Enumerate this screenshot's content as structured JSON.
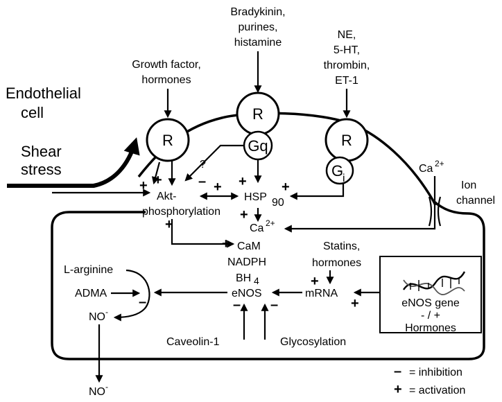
{
  "cell_label": [
    "Endothelial",
    "cell"
  ],
  "shear_stress": [
    "Shear",
    "stress"
  ],
  "inputs": {
    "growth_factor": [
      "Growth factor,",
      "hormones"
    ],
    "bradykinin": [
      "Bradykinin,",
      "purines,",
      "histamine"
    ],
    "ne": [
      "NE,",
      "5-HT,",
      "thrombin,",
      "ET-1"
    ]
  },
  "receptors": {
    "r_label": "R",
    "gq": "Gq",
    "gi": "G",
    "gi_sub": "i"
  },
  "nodes": {
    "akt": [
      "Akt-",
      "phosphorylation"
    ],
    "hsp_main": "HSP",
    "hsp_sub": "90",
    "ca_main": "Ca",
    "ca_sup": "2+",
    "ion_channel": [
      "Ion",
      "channel"
    ],
    "cofactors": [
      "CaM",
      "NADPH",
      "BH"
    ],
    "bh_sub": "4",
    "enos": "eNOS",
    "mrna": "mRNA",
    "statins": [
      "Statins,",
      "hormones"
    ],
    "gene_box": [
      "eNOS gene",
      "- / +",
      "Hormones"
    ],
    "l_arginine": "L-arginine",
    "adma": "ADMA",
    "no_main": "NO",
    "no_sup": "-",
    "caveolin": "Caveolin-1",
    "glycosylation": "Glycosylation",
    "question": "?"
  },
  "legend": {
    "inhibition_symbol": "–",
    "inhibition_text": "= inhibition",
    "activation_symbol": "+",
    "activation_text": "= activation"
  },
  "signs": {
    "plus": "+",
    "minus": "–"
  }
}
